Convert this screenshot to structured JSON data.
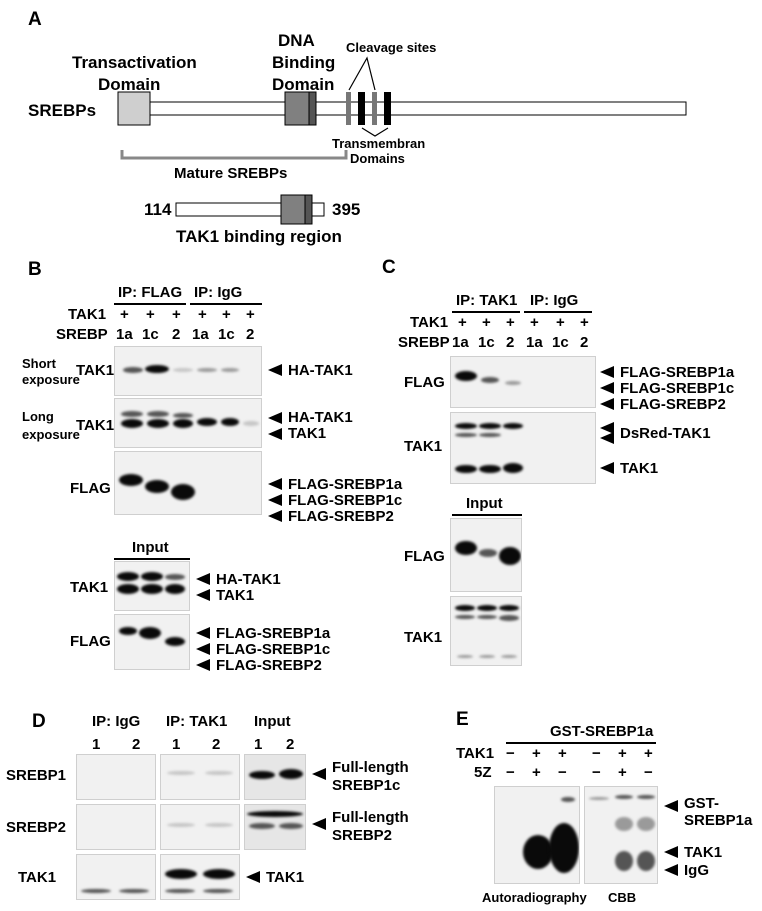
{
  "panelA": {
    "letter": "A",
    "transactivation": [
      "Transactivation",
      "Domain"
    ],
    "dna_binding": [
      "DNA",
      "Binding",
      "Domain"
    ],
    "cleavage_sites": "Cleavage sites",
    "srebps": "SREBPs",
    "transmembrane": [
      "Transmembran",
      "Domains"
    ],
    "mature": "Mature SREBPs",
    "start": "114",
    "end": "395",
    "binding_region": "TAK1 binding region"
  },
  "panelB": {
    "letter": "B",
    "ip_flag": "IP: FLAG",
    "ip_igg": "IP: IgG",
    "tak1": "TAK1",
    "srebp": "SREBP",
    "plus": "+",
    "lanes": [
      "1a",
      "1c",
      "2",
      "1a",
      "1c",
      "2"
    ],
    "short_exposure": [
      "Short",
      "exposure"
    ],
    "long_exposure": [
      "Long",
      "exposure"
    ],
    "flag": "FLAG",
    "ha_tak1": "HA-TAK1",
    "flag_1a": "FLAG-SREBP1a",
    "flag_1c": "FLAG-SREBP1c",
    "flag_2": "FLAG-SREBP2",
    "input": "Input"
  },
  "panelC": {
    "letter": "C",
    "ip_tak1": "IP: TAK1",
    "ip_igg": "IP: IgG",
    "tak1": "TAK1",
    "srebp": "SREBP",
    "plus": "+",
    "lanes": [
      "1a",
      "1c",
      "2",
      "1a",
      "1c",
      "2"
    ],
    "flag": "FLAG",
    "flag_1a": "FLAG-SREBP1a",
    "flag_1c": "FLAG-SREBP1c",
    "flag_2": "FLAG-SREBP2",
    "dsred_tak1": "DsRed-TAK1",
    "input": "Input"
  },
  "panelD": {
    "letter": "D",
    "ip_igg": "IP: IgG",
    "ip_tak1": "IP: TAK1",
    "input": "Input",
    "lanes": [
      "1",
      "2",
      "1",
      "2",
      "1",
      "2"
    ],
    "srebp1": "SREBP1",
    "srebp2": "SREBP2",
    "tak1": "TAK1",
    "fl_srebp1c": [
      "Full-length",
      "SREBP1c"
    ],
    "fl_srebp2": [
      "Full-length",
      "SREBP2"
    ]
  },
  "panelE": {
    "letter": "E",
    "gst": "GST-SREBP1a",
    "tak1": "TAK1",
    "fivez": "5Z",
    "tak1_signs": [
      "−",
      "+",
      "+",
      "−",
      "+",
      "+"
    ],
    "fivez_signs": [
      "−",
      "+",
      "−",
      "−",
      "+",
      "−"
    ],
    "gst_label": [
      "GST-",
      "SREBP1a"
    ],
    "igg": "IgG",
    "autorad": "Autoradiography",
    "cbb": "CBB"
  }
}
